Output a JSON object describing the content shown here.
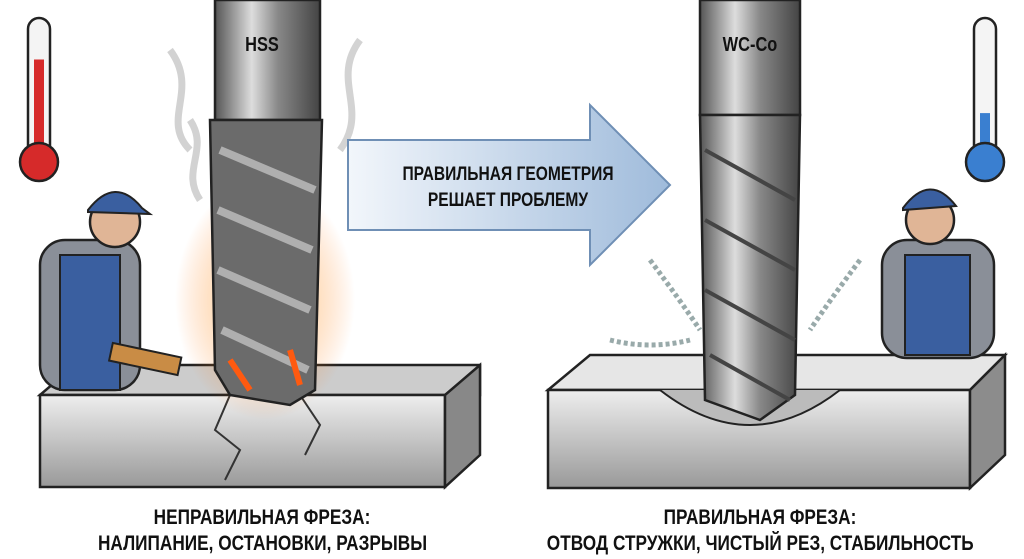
{
  "left_panel": {
    "tool_label": "HSS",
    "caption_line1": "НЕПРАВИЛЬНАЯ ФРЕЗА:",
    "caption_line2": "НАЛИПАНИЕ, ОСТАНОВКИ, РАЗРЫВЫ",
    "thermometer_level": 0.75,
    "thermometer_color": "#d62a2a"
  },
  "arrow": {
    "line1": "ПРАВИЛЬНАЯ ГЕОМЕТРИЯ",
    "line2": "РЕШАЕТ ПРОБЛЕМУ",
    "color": "#b9cfe6"
  },
  "right_panel": {
    "tool_label": "WC-Co",
    "caption_line1": "ПРАВИЛЬНАЯ ФРЕЗА:",
    "caption_line2": "ОТВОД СТРУЖКИ, ЧИСТЫЙ РЕЗ, СТАБИЛЬНОСТЬ",
    "thermometer_level": 0.35,
    "thermometer_color": "#3a7fd0"
  }
}
